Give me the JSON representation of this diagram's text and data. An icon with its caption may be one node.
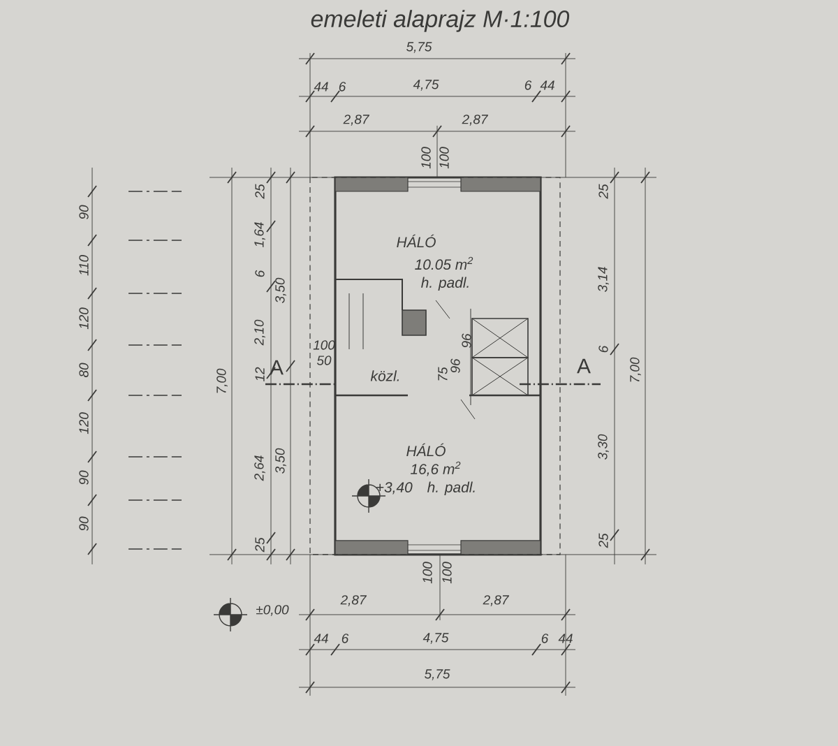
{
  "diagram": {
    "title": "emeleti alaprajz M·1:100",
    "nodes": [
      {
        "text": [
          "HÁLÓ",
          "10.05 m$^{2}$",
          "h. padl."
        ]
      },
      {
        "text": [
          "közl."
        ]
      },
      {
        "text": [
          "HÁLÓ",
          "16,6 m$^{2}$",
          "+3,40",
          "h. padl."
        ]
      }
    ],
    "labels": [
      "5,75",
      "44",
      "6",
      "4,75",
      "6",
      "44",
      "2,87",
      "2,87",
      "100",
      "100",
      "90",
      "110",
      "120",
      "80",
      "120",
      "90",
      "90",
      "25",
      "1,64",
      "6",
      "3,50",
      "2,10",
      "7,00",
      "12",
      "2,64",
      "3,50",
      "25",
      "A",
      "100",
      "50",
      "75",
      "96",
      "96",
      "A",
      "25",
      "3,14",
      "6",
      "7,00",
      "3,30",
      "25",
      "100",
      "100",
      "2,87",
      "2,87",
      "±0,00",
      "44",
      "6",
      "4,75",
      "6",
      "44",
      "5,75"
    ]
  }
}
